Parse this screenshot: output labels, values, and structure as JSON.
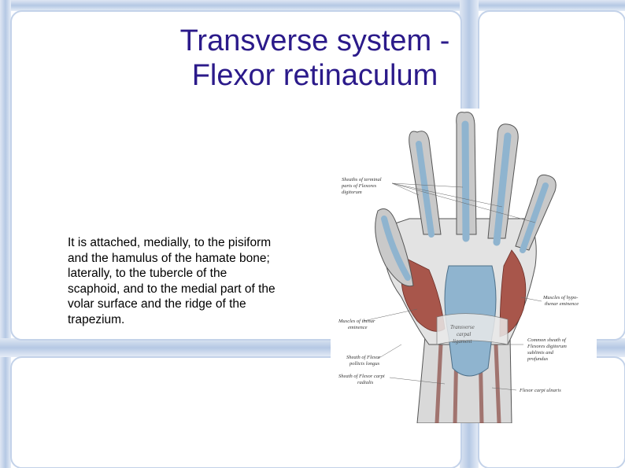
{
  "slide": {
    "title_line1": "Transverse system -",
    "title_line2": "Flexor retinaculum",
    "body": "It is attached, medially, to the pisiform and the hamulus of the hamate bone; laterally, to the tubercle of the scaphoid, and to the medial part of the volar surface and the ridge of the trapezium."
  },
  "figure": {
    "labels": {
      "sheaths_terminal_1": "Sheaths of terminal",
      "sheaths_terminal_2": "parts of Flexores",
      "sheaths_terminal_3": "digitorum",
      "hypothenar_1": "Muscles of hypo-",
      "hypothenar_2": "thenar eminence",
      "thenar_1": "Muscles of thenar",
      "thenar_2": "eminence",
      "common_sheath_1": "Common sheath of",
      "common_sheath_2": "Flexores digitorum",
      "common_sheath_3": "sublimis and",
      "common_sheath_4": "profundus",
      "pollicis_1": "Sheath of Flexor",
      "pollicis_2": "pollicis longus",
      "carpi_radialis_1": "Sheath of Flexor carpi",
      "carpi_radialis_2": "radialis",
      "carpi_ulnaris": "Flexor carpi ulnaris",
      "retinaculum_1": "Transverse",
      "retinaculum_2": "carpal",
      "retinaculum_3": "ligament"
    }
  },
  "colors": {
    "title": "#2b1a8a",
    "frame_blue": "#b9cbe6",
    "sheath_blue": "#8fb4cf",
    "muscle_red": "#a8564b"
  }
}
